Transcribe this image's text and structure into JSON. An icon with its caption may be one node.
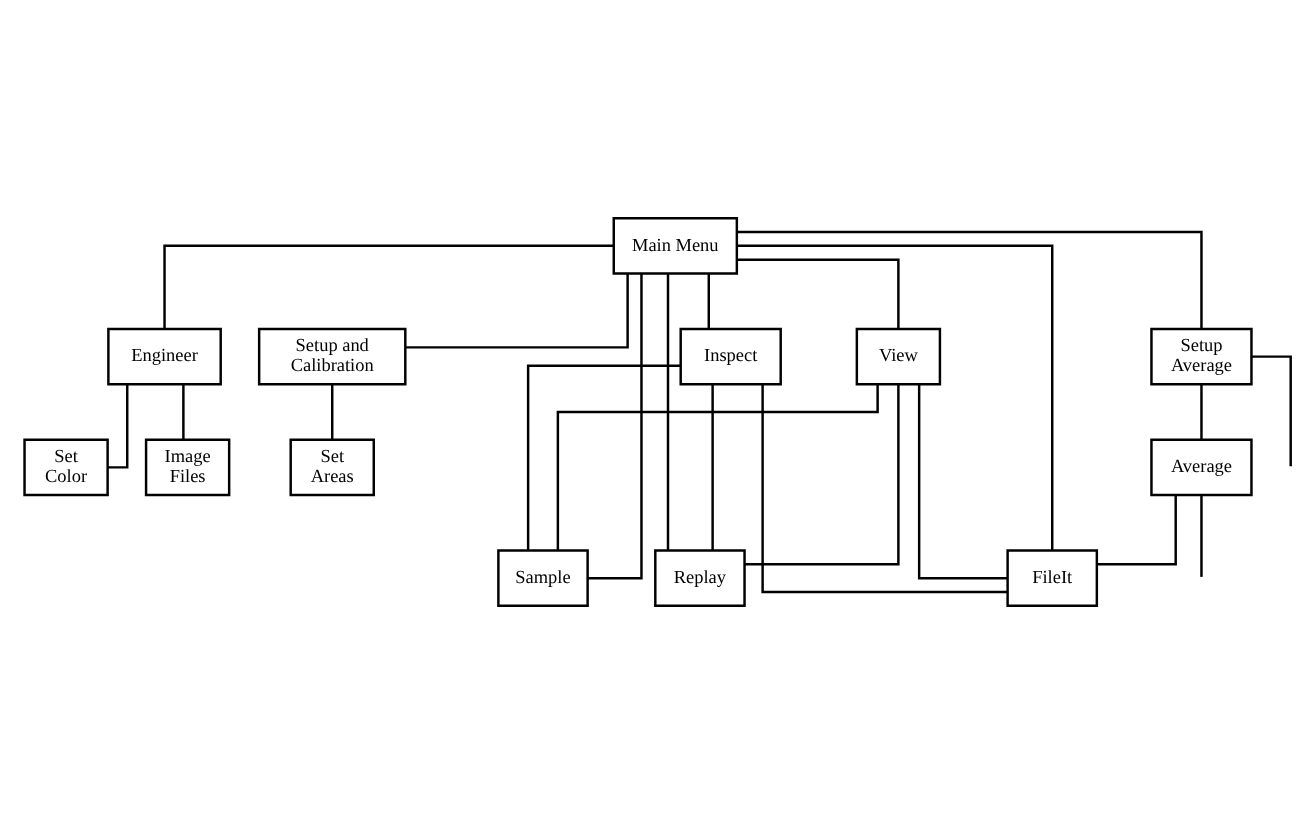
{
  "diagram": {
    "nodes": [
      {
        "text": [
          "Main Menu"
        ]
      },
      {
        "text": [
          "Engineer"
        ]
      },
      {
        "text": [
          "Setup and Calibration"
        ]
      },
      {
        "text": [
          "View"
        ]
      },
      {
        "text": [
          "Inspect"
        ]
      },
      {
        "text": [
          "Setup Average"
        ]
      },
      {
        "text": [
          "Set Color"
        ]
      },
      {
        "text": [
          "Image Files"
        ]
      },
      {
        "text": [
          "Set Areas"
        ]
      },
      {
        "text": [
          "Average"
        ]
      },
      {
        "text": [
          "Sample"
        ]
      },
      {
        "text": [
          "Replay"
        ]
      },
      {
        "text": [
          "FileIt"
        ]
      }
    ],
    "edges": [
      {
        "from": 0,
        "to": 1,
        "arrow": "none"
      },
      {
        "from": 0,
        "to": 2,
        "arrow": "none"
      },
      {
        "from": 0,
        "to": 3,
        "arrow": "none"
      },
      {
        "from": 0,
        "to": 4,
        "arrow": "none"
      },
      {
        "from": 0,
        "to": 5,
        "arrow": "none"
      },
      {
        "from": 1,
        "to": 6,
        "arrow": "none"
      },
      {
        "from": 1,
        "to": 7,
        "arrow": "none"
      },
      {
        "from": 2,
        "to": 8,
        "arrow": "none"
      },
      {
        "from": 3,
        "to": 10,
        "arrow": "none"
      },
      {
        "from": 3,
        "to": 11,
        "arrow": "none"
      },
      {
        "from": 3,
        "to": 12,
        "arrow": "none"
      },
      {
        "from": 0,
        "to": 10,
        "arrow": "none"
      },
      {
        "from": 0,
        "to": 11,
        "arrow": "none"
      },
      {
        "from": 0,
        "to": 12,
        "arrow": "none"
      },
      {
        "from": 4,
        "to": 10,
        "arrow": "none"
      },
      {
        "from": 4,
        "to": 11,
        "arrow": "none"
      },
      {
        "from": 4,
        "to": 12,
        "arrow": "none"
      },
      {
        "from": 5,
        "to": 9,
        "arrow": "none"
      },
      {
        "from": 9,
        "to": 12,
        "arrow": "none"
      },
      {
        "from": 5,
        "to": null,
        "arrow": "none"
      },
      {
        "from": 9,
        "to": null,
        "arrow": "none"
      }
    ]
  }
}
